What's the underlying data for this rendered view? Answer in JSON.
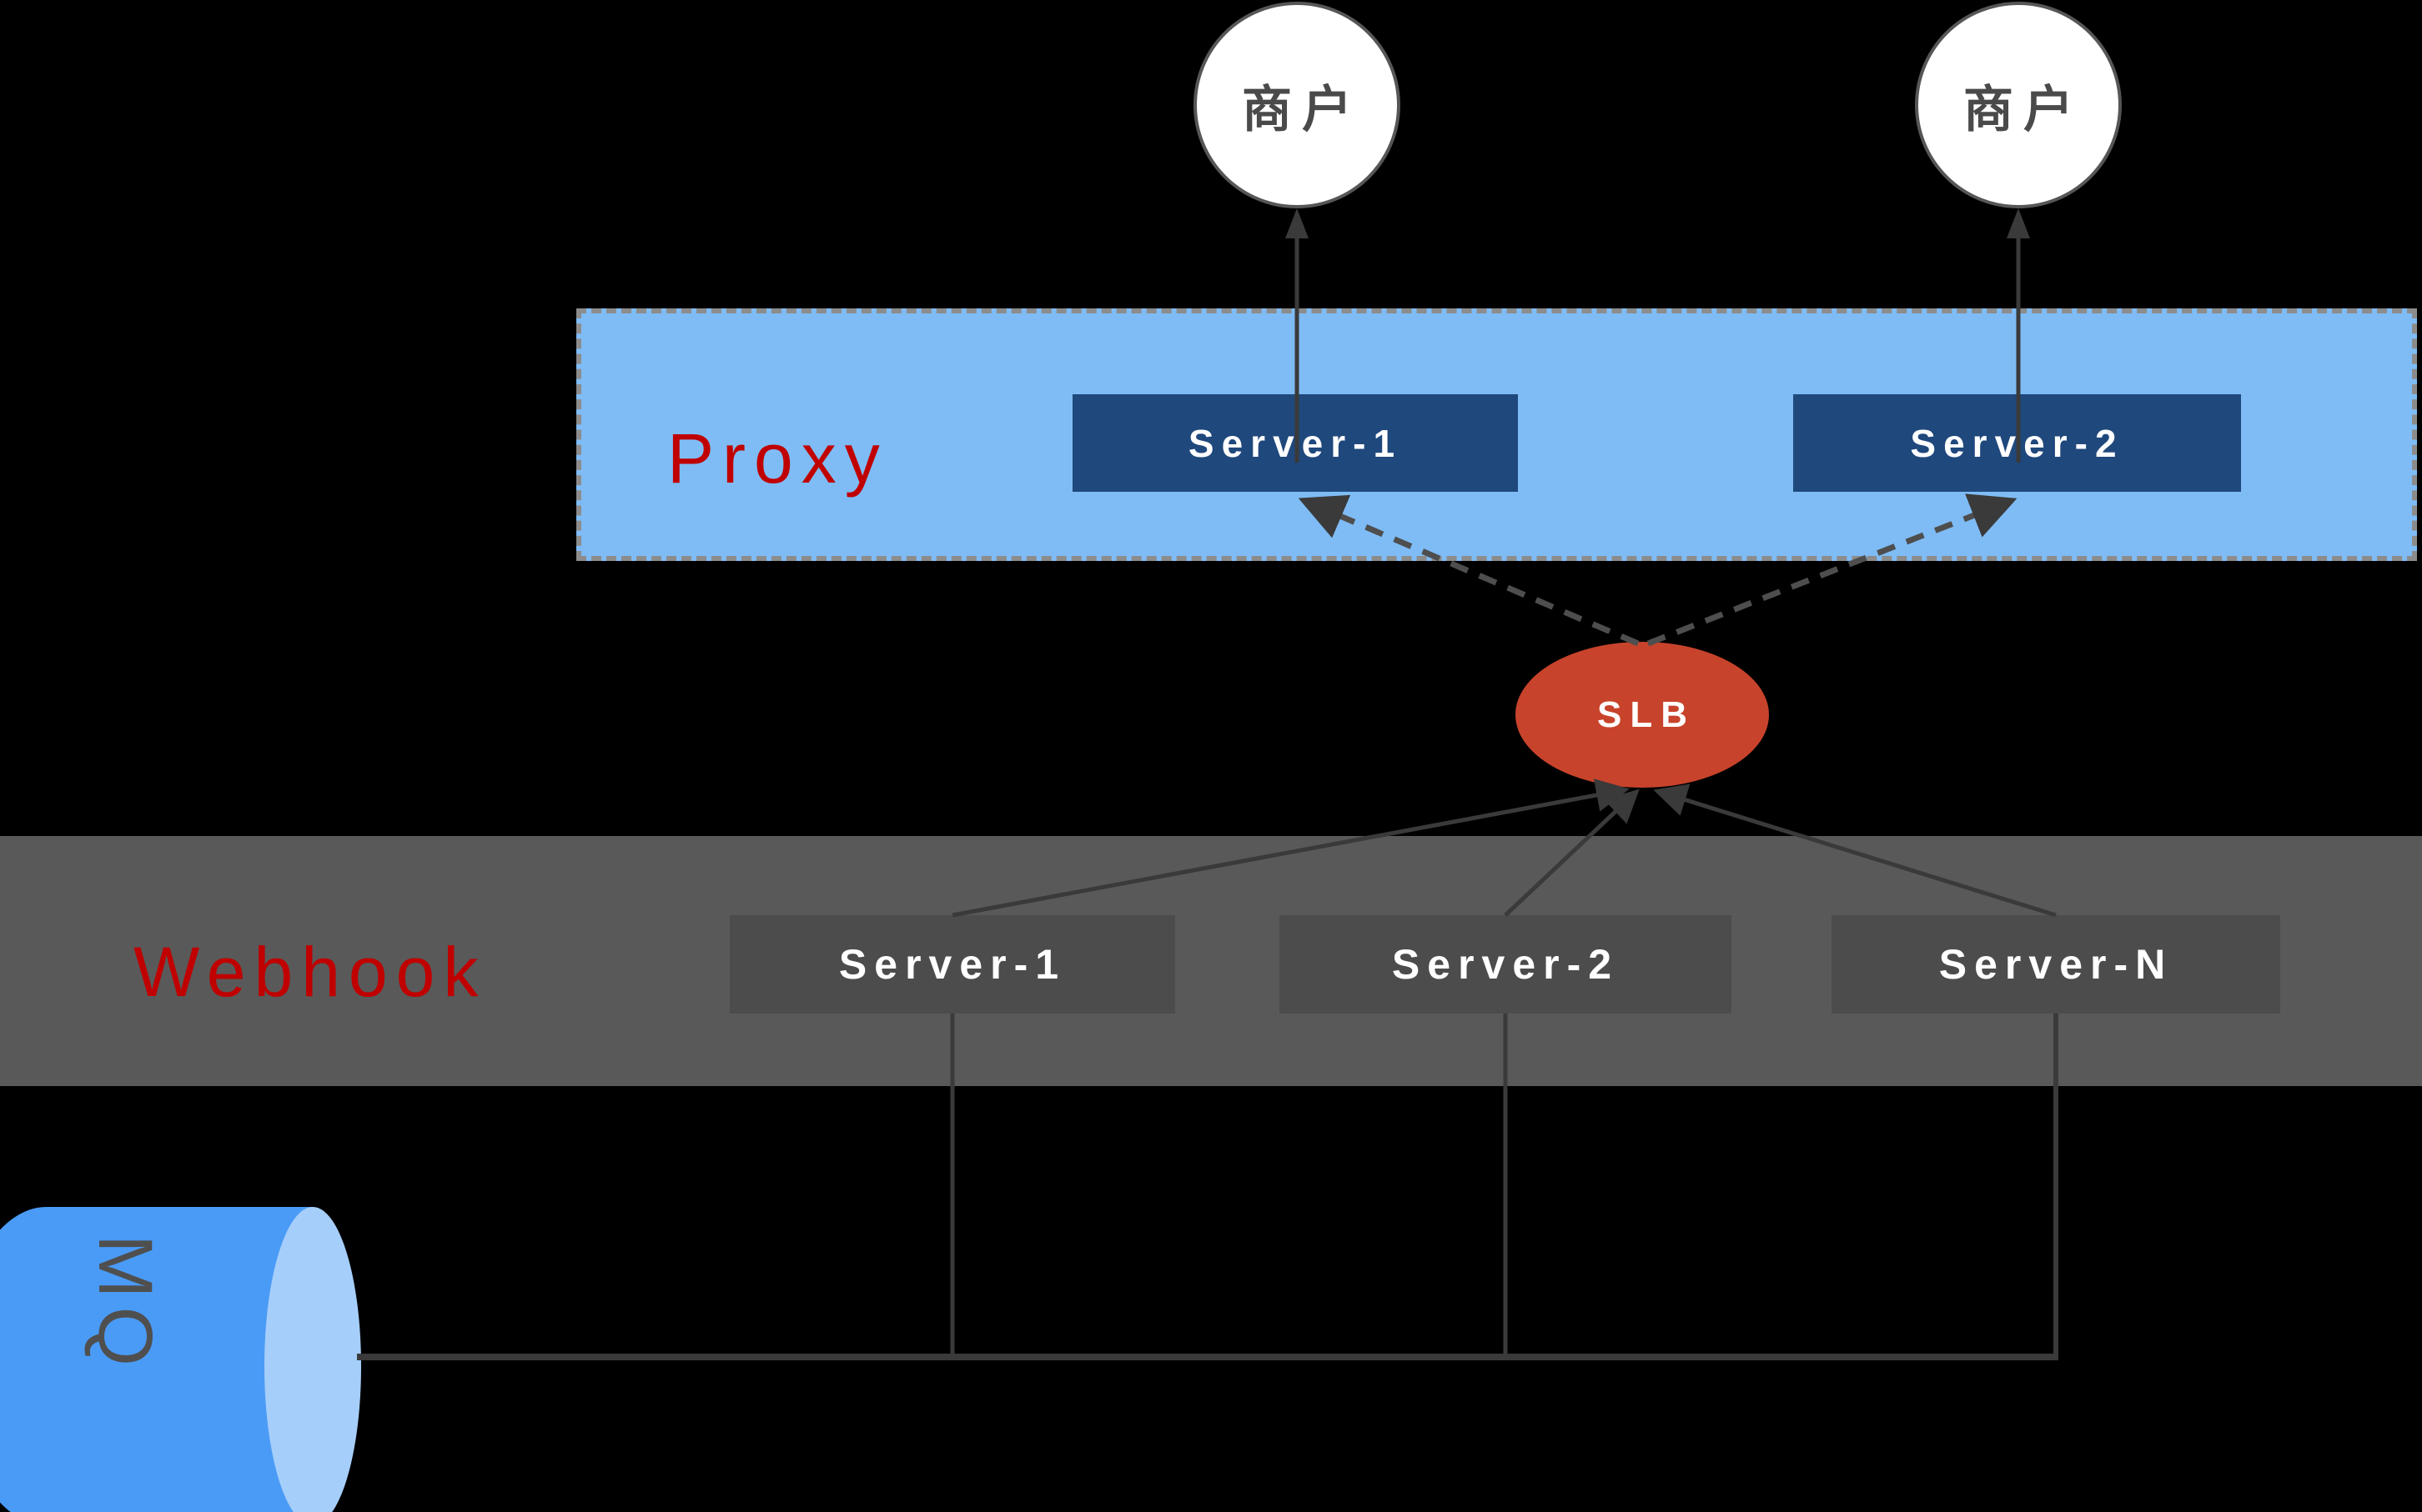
{
  "merchant_nodes": [
    {
      "label": "商户"
    },
    {
      "label": "商户"
    }
  ],
  "proxy_layer": {
    "title": "Proxy",
    "servers": [
      {
        "label": "Server-1"
      },
      {
        "label": "Server-2"
      }
    ]
  },
  "slb_node": {
    "label": "SLB"
  },
  "webhook_layer": {
    "title": "Webhook",
    "servers": [
      {
        "label": "Server-1"
      },
      {
        "label": "Server-2"
      },
      {
        "label": "Server-N"
      }
    ]
  },
  "mq_node": {
    "label": "MQ"
  },
  "colors": {
    "background": "#000000",
    "proxy_band": "#7FBCF5",
    "proxy_server_box": "#1F487C",
    "section_title_red": "#C00000",
    "slb_ellipse": "#C8432B",
    "webhook_band": "#595959",
    "webhook_server_box": "#4C4C4C",
    "merchant_circle_fill": "#FFFFFF",
    "merchant_circle_border": "#565656",
    "mq_cylinder_body": "#4A9BF6",
    "mq_cylinder_cap": "#A6CEFA",
    "connector_line": "#3A3A3A",
    "dashed_border": "#8C8C8C"
  }
}
